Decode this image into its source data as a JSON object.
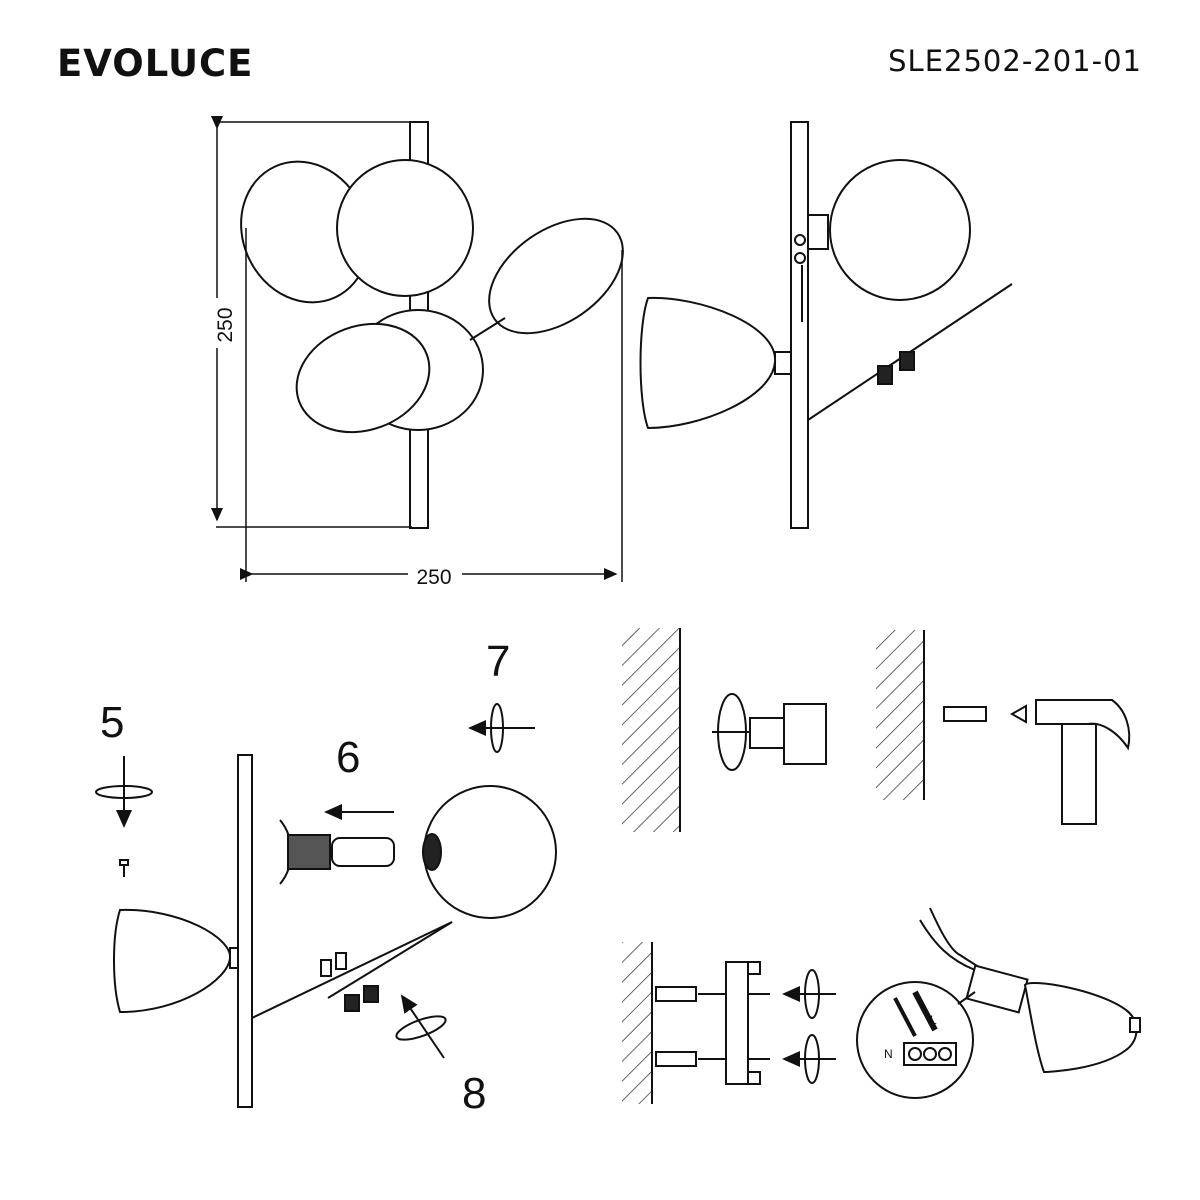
{
  "header": {
    "brand": "EVOLUCE",
    "model": "SLE2502-201-01"
  },
  "dimensions": {
    "height": "250",
    "width": "250"
  },
  "steps": {
    "s5": "5",
    "s6": "6",
    "s7": "7",
    "s8": "8"
  },
  "wiring_labels": {
    "n": "N",
    "l": "L"
  }
}
